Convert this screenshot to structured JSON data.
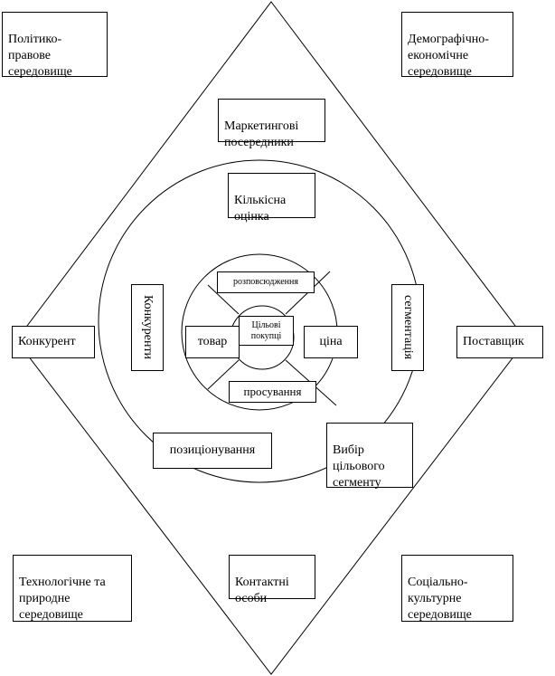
{
  "corners": {
    "top_left": "Політико-\nправове\nсередовище",
    "top_right": "Демографічно-\nекономічне\nсередовище",
    "bottom_left": "Технологічне та\nприродне\nсередовище",
    "bottom_right": "Соціально-\nкультурне\nсередовище"
  },
  "diamond": {
    "top": "Маркетингові\nпосередники",
    "bottom": "Контактні\nособи",
    "left": "Конкурент",
    "right": "Поставщик"
  },
  "outer_circle": {
    "top": "Кількісна\nоцінка",
    "left": "Конкуренти",
    "right": "сегментація",
    "bottom_left": "позиціонування",
    "bottom_right": "Вибір\nцільового\nсегменту"
  },
  "middle_circle": {
    "top": "розповсюдження",
    "left": "товар",
    "right": "ціна",
    "bottom": "просування"
  },
  "inner_circle": {
    "center": "Цільові\nпокупці"
  }
}
